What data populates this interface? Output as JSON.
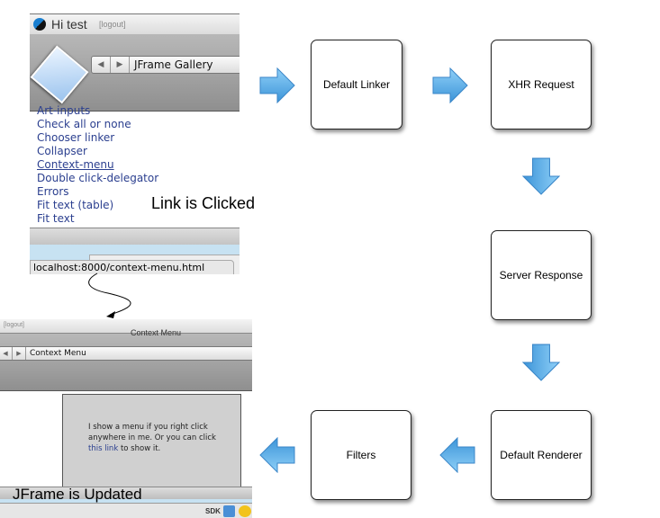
{
  "nodes": {
    "default_linker": "Default Linker",
    "xhr_request": "XHR Request",
    "server_response": "Server Response",
    "default_renderer": "Default Renderer",
    "filters": "Filters"
  },
  "captions": {
    "link_clicked": "Link is Clicked",
    "jframe_updated": "JFrame is Updated"
  },
  "screenshot_before": {
    "greeting": "Hi test",
    "logout": "[logout]",
    "window_title": "JFrame Gallery",
    "links": [
      "Art-inputs",
      "Check all or none",
      "Chooser linker",
      "Collapser",
      "Context-menu",
      "Double click-delegator",
      "Errors",
      "Fit text (table)",
      "Fit text"
    ],
    "status_url": "localhost:8000/context-menu.html"
  },
  "screenshot_after": {
    "logout": "[logout]",
    "window_header": "Context Menu",
    "window_title": "Context Menu",
    "content_text": "I show a menu if you right click anywhere in me. Or you can click",
    "link_text": "this link",
    "content_tail": " to show it.",
    "dock_label": "SDK"
  },
  "colors": {
    "arrow": "#5aaee8",
    "link": "#2b3f8f"
  }
}
